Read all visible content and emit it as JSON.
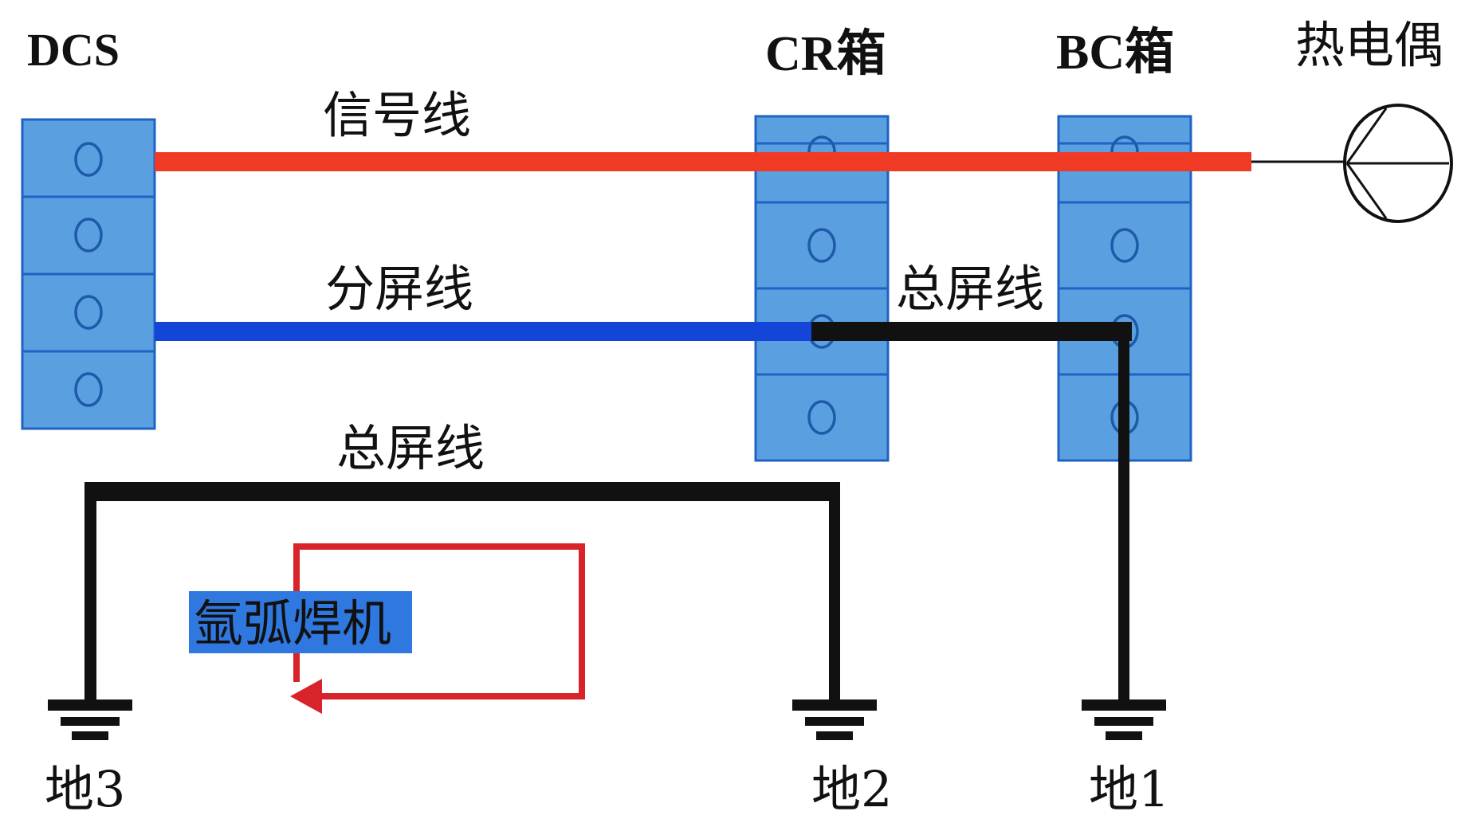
{
  "labels": {
    "dcs": "DCS",
    "cr_box": "CR箱",
    "bc_box": "BC箱",
    "thermocouple": "热电偶",
    "signal_line": "信号线",
    "branch_shield": "分屏线",
    "main_shield_upper": "总屏线",
    "main_shield_lower": "总屏线",
    "welder": "氩弧焊机",
    "ground_1": "地1",
    "ground_2": "地2",
    "ground_3": "地3"
  },
  "colors": {
    "terminal_fill": "#5a9fe0",
    "terminal_border": "#1e63c4",
    "signal_line": "#f03a24",
    "branch_shield": "#1346d8",
    "main_shield": "#111111",
    "welder_loop": "#d8232a",
    "welder_label_bg": "#2f78e0",
    "background": "#ffffff"
  },
  "icons": {
    "thermocouple": "thermocouple-symbol-icon",
    "ground": "ground-symbol-icon",
    "welder_loop_arrow": "arrow-left-icon"
  }
}
